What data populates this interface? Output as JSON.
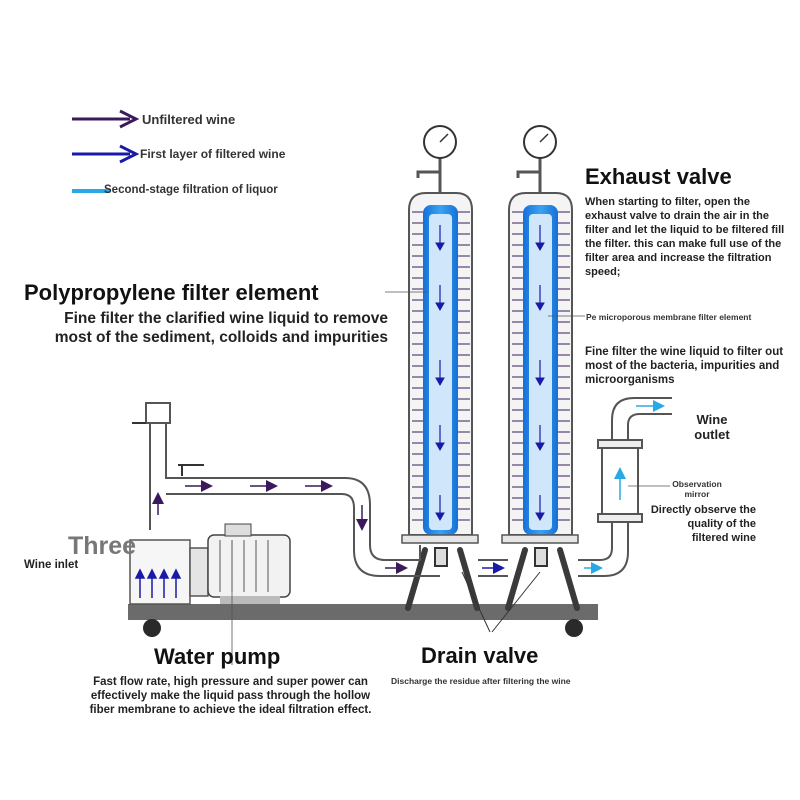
{
  "legend": {
    "unfiltered": "Unfiltered wine",
    "first_layer": "First layer of filtered wine",
    "second_stage": "Second-stage filtration of liquor"
  },
  "labels": {
    "exhaust_valve": "Exhaust valve",
    "exhaust_desc": "When starting to filter, open the exhaust valve to drain the air in the filter and let the liquid to be filtered fill the filter. this can make full use of the filter area and increase the filtration speed;",
    "pp_title": "Polypropylene filter element",
    "pp_desc": "Fine filter the clarified wine liquid to remove most of the sediment, colloids and impurities",
    "membrane": "Pe microporous membrane filter element",
    "membrane_desc": "Fine filter the wine liquid to filter out most of the bacteria, impurities and microorganisms",
    "wine_outlet": "Wine outlet",
    "observation": "Observation mirror",
    "observe_desc": "Directly observe the quality of the filtered wine",
    "three": "Three",
    "wine_inlet": "Wine inlet",
    "water_pump": "Water pump",
    "pump_desc": "Fast flow rate, high pressure and super power can effectively make the liquid pass through the hollow fiber membrane to achieve the ideal filtration effect.",
    "drain_valve": "Drain valve",
    "drain_desc": "Discharge the residue after filtering the wine"
  },
  "colors": {
    "unfiltered": "#3a1a5c",
    "first_layer": "#1a1aa8",
    "second_stage": "#2aa8e6",
    "filter_blue": "#1f8be8",
    "pipe": "#555555",
    "base": "#6b6b6b"
  }
}
